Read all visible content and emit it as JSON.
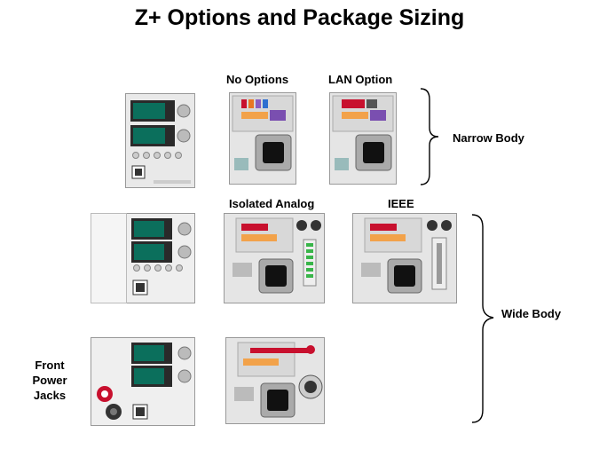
{
  "title": "Z+ Options and Package Sizing",
  "labels": {
    "no_options": "No Options",
    "lan_option": "LAN Option",
    "narrow_body": "Narrow Body",
    "isolated_analog": "Isolated Analog",
    "ieee": "IEEE",
    "wide_body": "Wide Body",
    "front_power_jacks": "Front\nPower\nJacks"
  },
  "colors": {
    "panel": "#e9e9e9",
    "display": "#0b6f5c",
    "accent_red": "#c8102e",
    "accent_green": "#39b54a"
  }
}
